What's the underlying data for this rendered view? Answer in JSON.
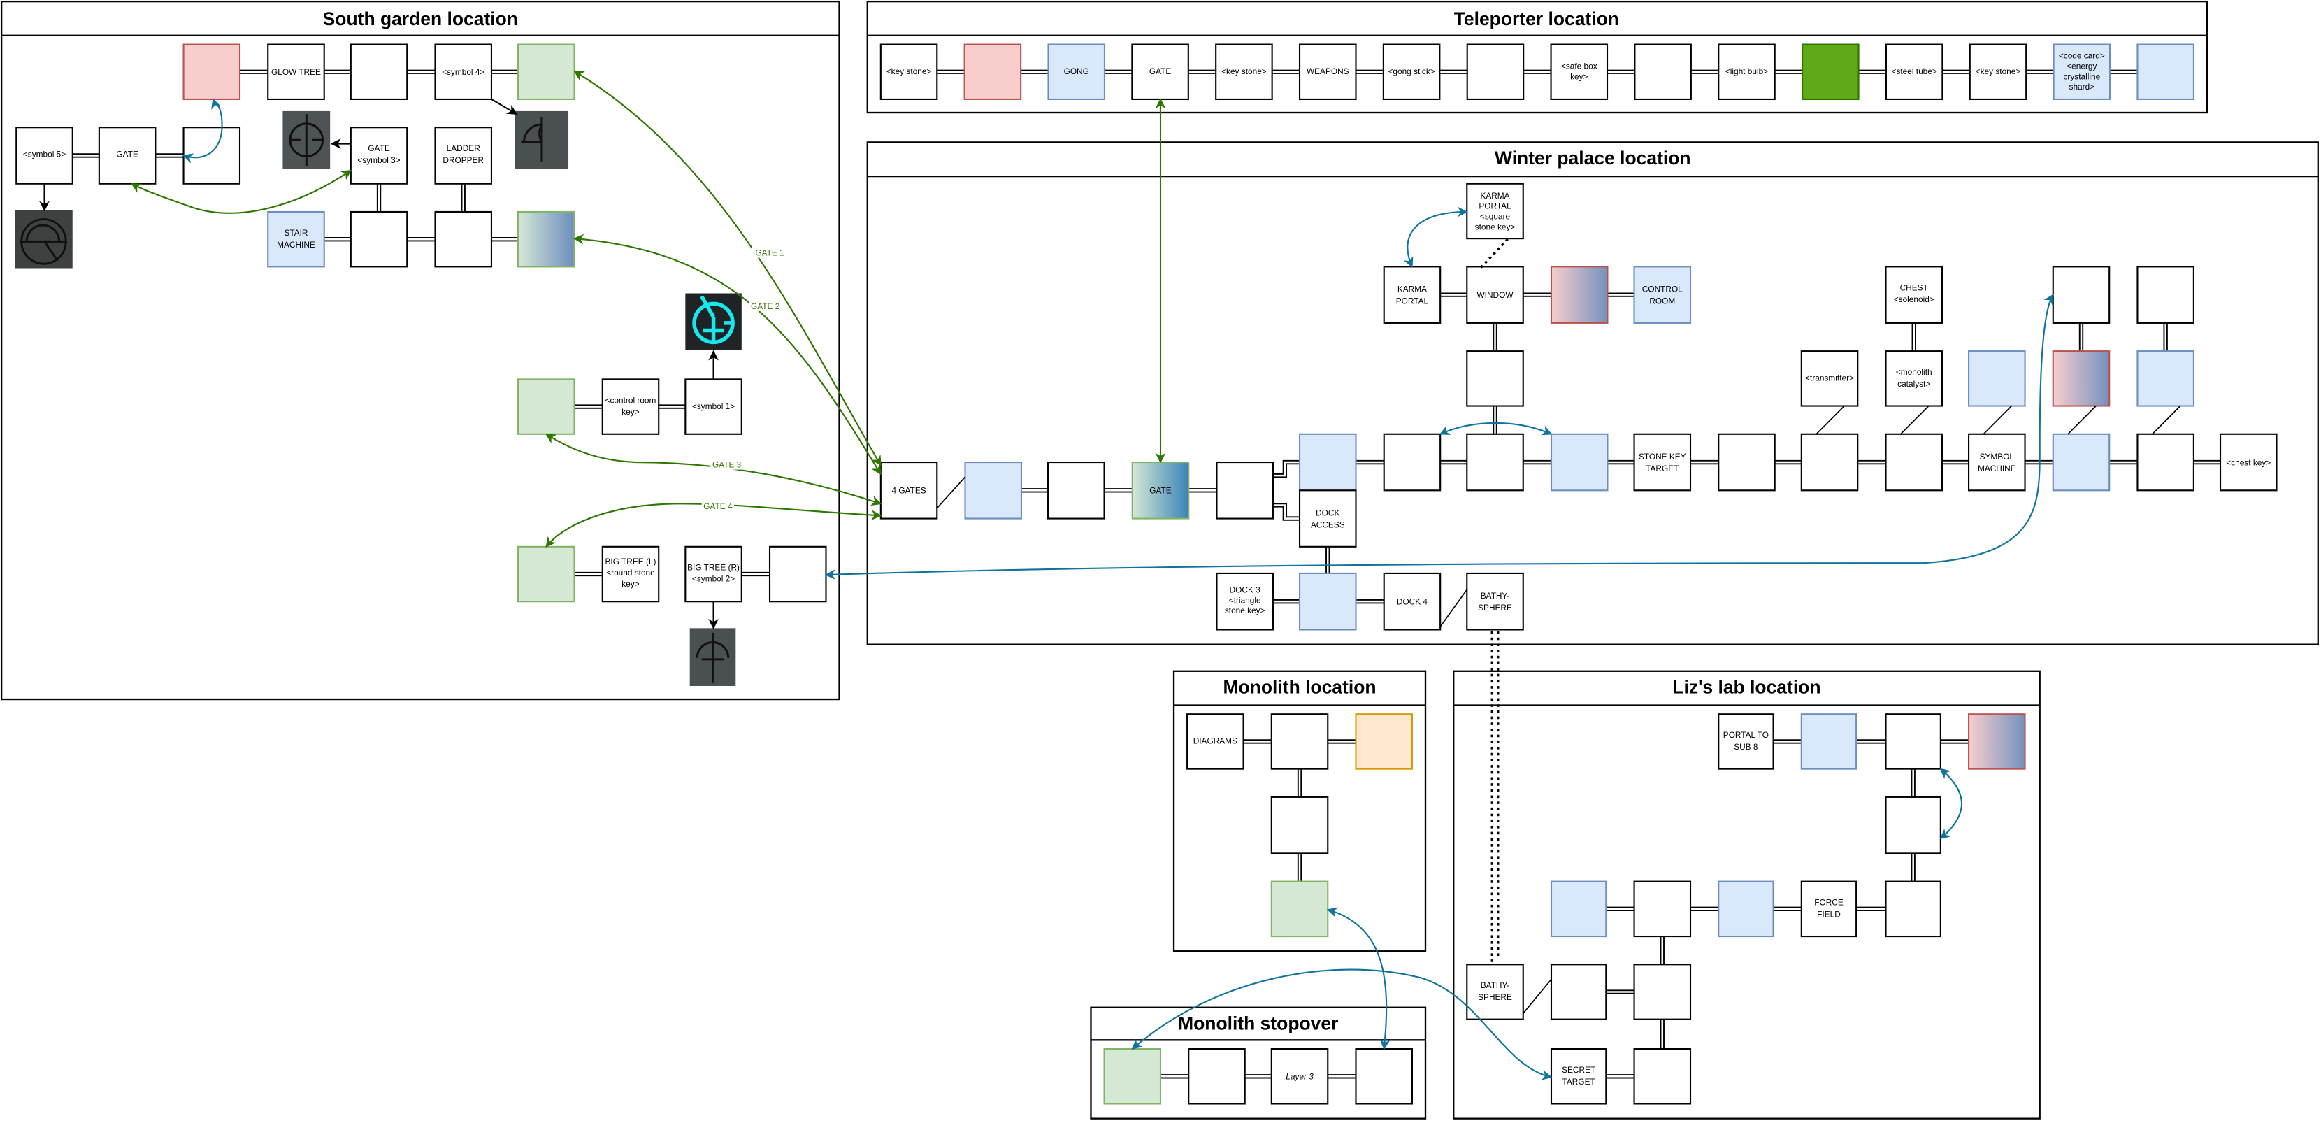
{
  "frames": {
    "south_garden": "South garden location",
    "teleporter": "Teleporter location",
    "winter_palace": "Winter palace location",
    "monolith": "Monolith location",
    "liz_lab": "Liz's lab location",
    "monolith_stopover": "Monolith stopover"
  },
  "south_garden": {
    "glow_tree": "GLOW TREE",
    "symbol_4": "<symbol 4>",
    "symbol_5": "<symbol 5>",
    "gate": "GATE",
    "gate_symbol_3": [
      "GATE",
      "<symbol 3>"
    ],
    "ladder_dropper": [
      "LADDER",
      "DROPPER"
    ],
    "stair_machine": [
      "STAIR",
      "MACHINE"
    ],
    "control_room_key": [
      "<control room",
      "key>"
    ],
    "symbol_1": "<symbol 1>",
    "big_tree_l": [
      "BIG TREE (L)",
      "<round stone",
      "key>"
    ],
    "big_tree_r": [
      "BIG TREE (R)",
      "<symbol 2>"
    ],
    "symbol_images": [
      "symbol-3-glyph",
      "symbol-4-glyph",
      "symbol-5-glyph",
      "symbol-1-glyph",
      "symbol-2-glyph"
    ]
  },
  "gate_links": [
    "GATE 1",
    "GATE 2",
    "GATE 3",
    "GATE 4"
  ],
  "teleporter": {
    "nodes": [
      "<key stone>",
      "",
      "GONG",
      "GATE",
      "<key stone>",
      "WEAPONS",
      "<gong stick>",
      "",
      "<safe box key>",
      "",
      "<light bulb>",
      "",
      "<steel tube>",
      "<key stone>",
      "<code card> <energy crystalline shard>",
      ""
    ],
    "safe_box_key": [
      "<safe box",
      "key>"
    ],
    "code_card": [
      "<code card>",
      "<energy",
      "crystalline",
      "shard>"
    ]
  },
  "winter_palace": {
    "four_gates": "4 GATES",
    "gate": "GATE",
    "dock_access": [
      "DOCK",
      "ACCESS"
    ],
    "dock_3": [
      "DOCK 3",
      "<triangle",
      "stone key>"
    ],
    "dock_4": "DOCK 4",
    "bathysphere": [
      "BATHY-",
      "SPHERE"
    ],
    "karma_portal_top": [
      "KARMA",
      "PORTAL",
      "<square",
      "stone key>"
    ],
    "karma_portal": [
      "KARMA",
      "PORTAL"
    ],
    "window": "WINDOW",
    "control_room": [
      "CONTROL",
      "ROOM"
    ],
    "stone_key_target": [
      "STONE KEY",
      "TARGET"
    ],
    "transmitter": "<transmitter>",
    "chest_solenoid": [
      "CHEST",
      "<solenoid>"
    ],
    "monolith_catalyst": [
      "<monolith",
      "catalyst>"
    ],
    "symbol_machine": [
      "SYMBOL",
      "MACHINE"
    ],
    "chest_key": "<chest key>"
  },
  "monolith": {
    "diagrams": "DIAGRAMS"
  },
  "monolith_stopover": {
    "layer_3": "Layer 3"
  },
  "liz_lab": {
    "portal_to_sub_8": [
      "PORTAL TO",
      "SUB 8"
    ],
    "force_field": [
      "FORCE",
      "FIELD"
    ],
    "bathysphere": [
      "BATHY-",
      "SPHERE"
    ],
    "secret_target": [
      "SECRET",
      "TARGET"
    ]
  },
  "colors": {
    "gate_arrow": "#2d7600",
    "portal_arrow": "#10739e",
    "blue_fill": "#dae8fc",
    "red_fill": "#f8cecc",
    "green_fill": "#d5e8d4",
    "dark_green_fill": "#60a917",
    "orange_fill": "#ffe6cc"
  }
}
